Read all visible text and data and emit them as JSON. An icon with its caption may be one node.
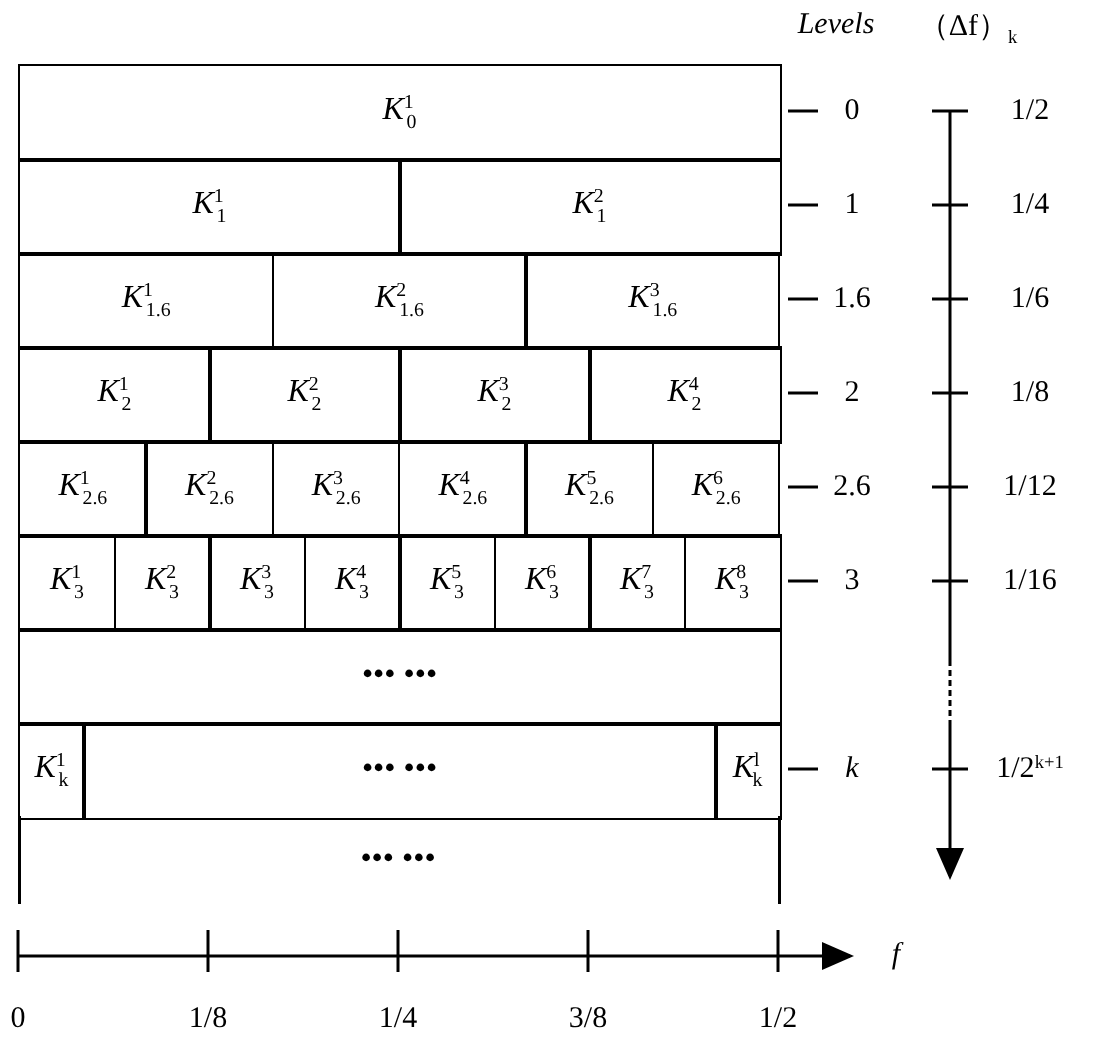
{
  "diagram": {
    "nodes": [
      {
        "text": [
          "*K*$^{1}$$_{0}$"
        ],
        "beside": [
          "0"
        ]
      },
      {
        "text": [
          "*K*$^{1}$$_{1}$"
        ]
      },
      {
        "text": [
          "*K*$^{2}$$_{1}$"
        ],
        "beside": [
          "1"
        ]
      },
      {
        "text": [
          "*K*$^{1}$$_{1.6}$"
        ]
      },
      {
        "text": [
          "*K*$^{2}$$_{1.6}$"
        ]
      },
      {
        "text": [
          "*K*$^{3}$$_{1.6}$"
        ],
        "beside": [
          "1.6"
        ]
      },
      {
        "text": [
          "*K*$^{1}$$_{2}$"
        ]
      },
      {
        "text": [
          "*K*$^{2}$$_{2}$"
        ]
      },
      {
        "text": [
          "*K*$^{3}$$_{2}$"
        ]
      },
      {
        "text": [
          "*K*$^{4}$$_{2}$"
        ],
        "beside": [
          "2"
        ]
      },
      {
        "text": [
          "*K*$^{1}$$_{2.6}$"
        ]
      },
      {
        "text": [
          "*K*$^{2}$$_{2.6}$"
        ]
      },
      {
        "text": [
          "*K*$^{3}$$_{2.6}$"
        ]
      },
      {
        "text": [
          "*K*$^{4}$$_{2.6}$"
        ]
      },
      {
        "text": [
          "*K*$^{5}$$_{2.6}$"
        ]
      },
      {
        "text": [
          "*K*$^{6}$$_{2.6}$"
        ],
        "beside": [
          "2.6"
        ]
      },
      {
        "text": [
          "*K*$^{1}$$_{3}$"
        ]
      },
      {
        "text": [
          "*K*$^{2}$$_{3}$"
        ]
      },
      {
        "text": [
          "*K*$^{3}$$_{3}$"
        ]
      },
      {
        "text": [
          "*K*$^{4}$$_{3}$"
        ]
      },
      {
        "text": [
          "*K*$^{5}$$_{3}$"
        ]
      },
      {
        "text": [
          "*K*$^{6}$$_{3}$"
        ]
      },
      {
        "text": [
          "*K*$^{7}$$_{3}$"
        ]
      },
      {
        "text": [
          "*K*$^{8}$$_{3}$"
        ],
        "beside": [
          "3"
        ]
      },
      {
        "text": [
          "••• •••"
        ]
      },
      {
        "text": [
          "*K*$^{1}$$_{k}$"
        ]
      },
      {
        "text": [
          "••• •••"
        ]
      },
      {
        "text": [
          "*K*$^{l}$$_{k}$"
        ],
        "beside": [
          "*k*"
        ]
      }
    ],
    "labels": [
      "Levels",
      "（Δf）$_{k}$",
      "1/2",
      "1/4",
      "1/6",
      "1/8",
      "1/12",
      "1/16",
      "1/2$^{k+1}$",
      "••• •••",
      "*f*",
      "0",
      "1/8",
      "1/4",
      "3/8",
      "1/2"
    ]
  }
}
